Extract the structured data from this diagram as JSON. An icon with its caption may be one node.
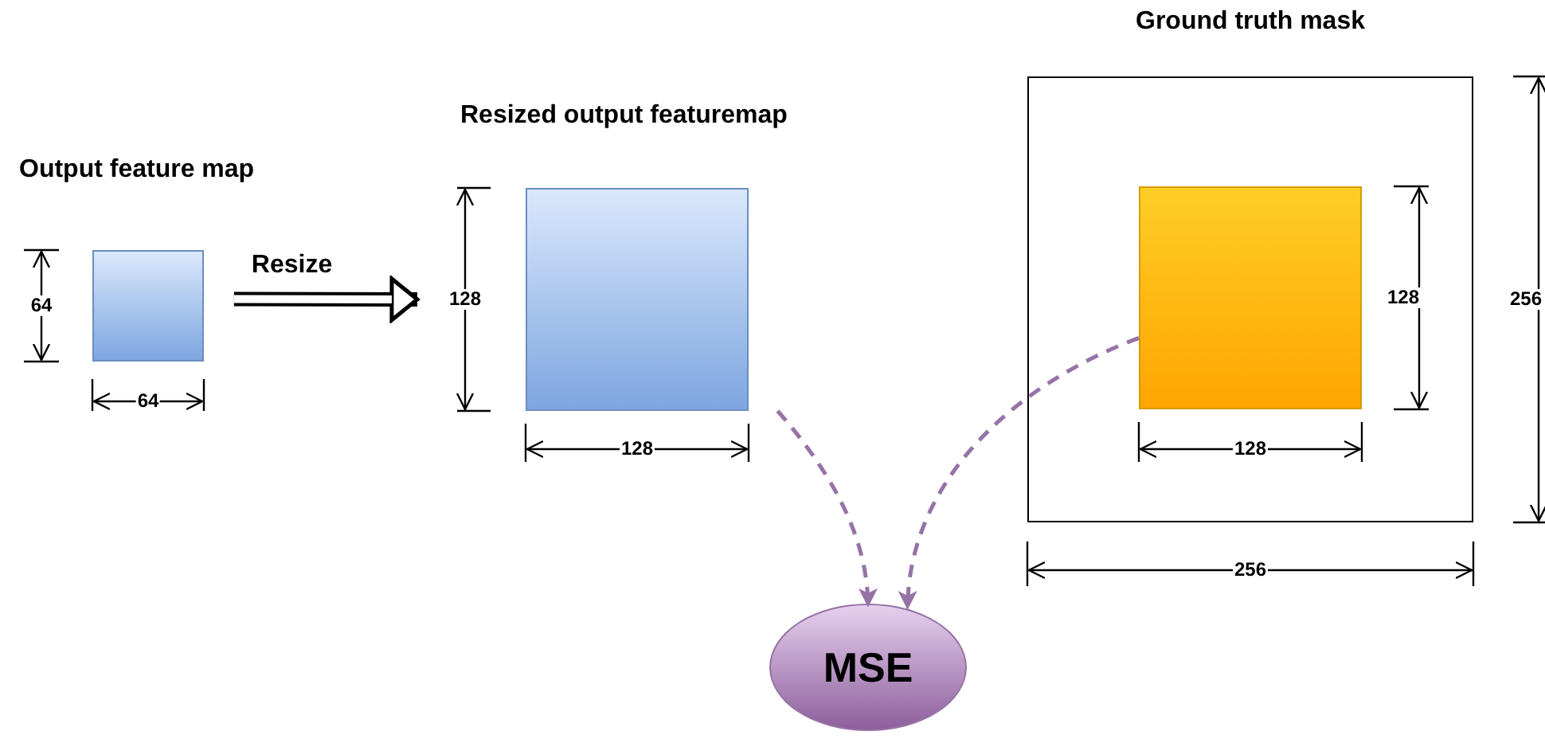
{
  "diagram": {
    "nodes": [
      {
        "text": [
          "Output feature map"
        ]
      },
      {
        "text": [
          "Resized output featuremap"
        ]
      },
      {
        "text": [
          "Ground truth mask"
        ]
      },
      {
        "text": [],
        "shape": "box",
        "in": 2
      },
      {
        "text": [
          "MSE"
        ]
      }
    ],
    "edges": [
      {
        "from": 0,
        "to": 1,
        "arrow": "to",
        "label": "Resize",
        "style": "thick",
        "color": "#000000"
      },
      {
        "from": 1,
        "to": 4,
        "arrow": "to",
        "style": "dashed",
        "color": "#9673a6"
      },
      {
        "from": 3,
        "to": 4,
        "arrow": "to",
        "style": "dashed",
        "color": "#9673a6"
      }
    ],
    "labels": [
      "64",
      "64",
      "128",
      "128",
      "128",
      "256",
      "128",
      "256"
    ]
  }
}
